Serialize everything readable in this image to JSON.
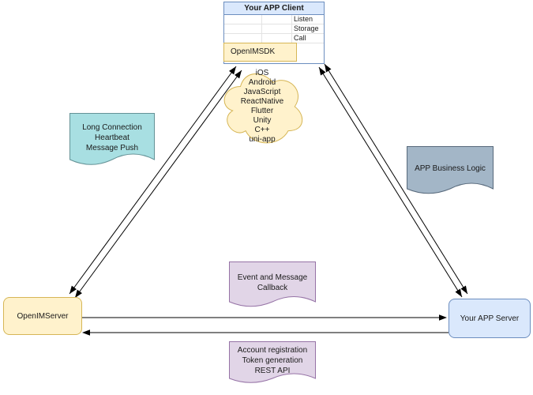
{
  "client": {
    "title": "Your APP Client",
    "rows": [
      "Listen",
      "Storage",
      "Call"
    ],
    "sdk_label": "OpenIMSDK",
    "header_fill": "#dae8fc",
    "border": "#6c8ebf"
  },
  "cloud": {
    "platforms": [
      "iOS",
      "Android",
      "JavaScript",
      "ReactNative",
      "Flutter",
      "Unity",
      "C++",
      "uni-app"
    ],
    "fill": "#fff2cc",
    "stroke": "#d6b656"
  },
  "notes": {
    "long_connection": {
      "lines": [
        "Long Connection",
        "Heartbeat",
        "Message Push"
      ],
      "fill": "#a8dfe2",
      "stroke": "#649296"
    },
    "business_logic": {
      "lines": [
        "APP Business Logic"
      ],
      "fill": "#a3b6c7",
      "stroke": "#57697b"
    },
    "event_callback": {
      "lines": [
        "Event and Message",
        "Callback"
      ],
      "fill": "#e1d5e7",
      "stroke": "#9673a6"
    },
    "account_rest": {
      "lines": [
        "Account registration",
        "Token generation",
        "REST API"
      ],
      "fill": "#e1d5e7",
      "stroke": "#9673a6"
    }
  },
  "nodes": {
    "openim_server": {
      "label": "OpenIMServer",
      "fill": "#fff2cc",
      "stroke": "#d6b656"
    },
    "app_server": {
      "label": "Your APP Server",
      "fill": "#dae8fc",
      "stroke": "#6c8ebf"
    }
  },
  "connectors": {
    "color": "#000000"
  }
}
